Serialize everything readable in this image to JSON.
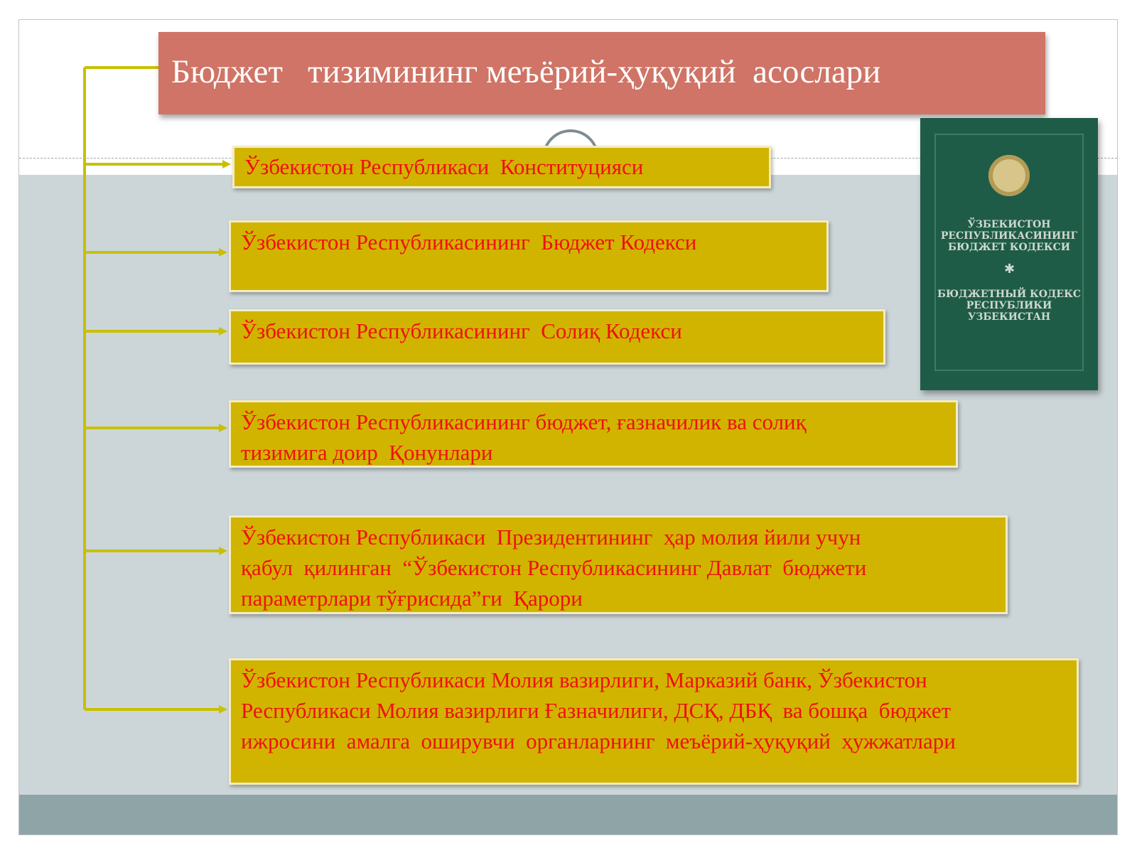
{
  "title": "Бюджет   тизимининг меъёрий-ҳуқуқий  асослари",
  "items": [
    "Ўзбекистон Республикаси  Конституцияси",
    "Ўзбекистон Республикасининг  Бюджет Кодекси",
    "Ўзбекистон Республикасининг  Солиқ Кодекси",
    "Ўзбекистон Республикасининг бюджет, ғазначилик ва солиқ\nтизимига доир  Қонунлари",
    "Ўзбекистон Республикаси  Президентининг  ҳар молия йили учун\nқабул  қилинган  “Ўзбекистон Республикасининг Давлат  бюджети\nпараметрлари тўғрисида”ги  Қарори",
    "Ўзбекистон Республикаси Молия вазирлиги, Марказий банк, Ўзбекистон\nРеспубликаси Молия вазирлиги Ғазначилиги, ДСҚ, ДБҚ  ва бошқа  бюджет\nижросини  амалга  оширувчи  органларнинг  меъёрий-ҳуқуқий  ҳужжатлари"
  ],
  "book": {
    "cover_text_uz": "ЎЗБЕКИСТОН\nРЕСПУБЛИКАСИНИНГ\nБЮДЖЕТ КОДЕКСИ",
    "cover_text_ru": "БЮДЖЕТНЫЙ КОДЕКС\nРЕСПУБЛИКИ\nУЗБЕКИСТАН",
    "icon": "state-emblem-icon"
  },
  "colors": {
    "title_bg": "#cf7466",
    "item_bg": "#d1b400",
    "item_text": "#f01010",
    "connector": "#c8c000",
    "book_bg": "#1f5c47"
  }
}
